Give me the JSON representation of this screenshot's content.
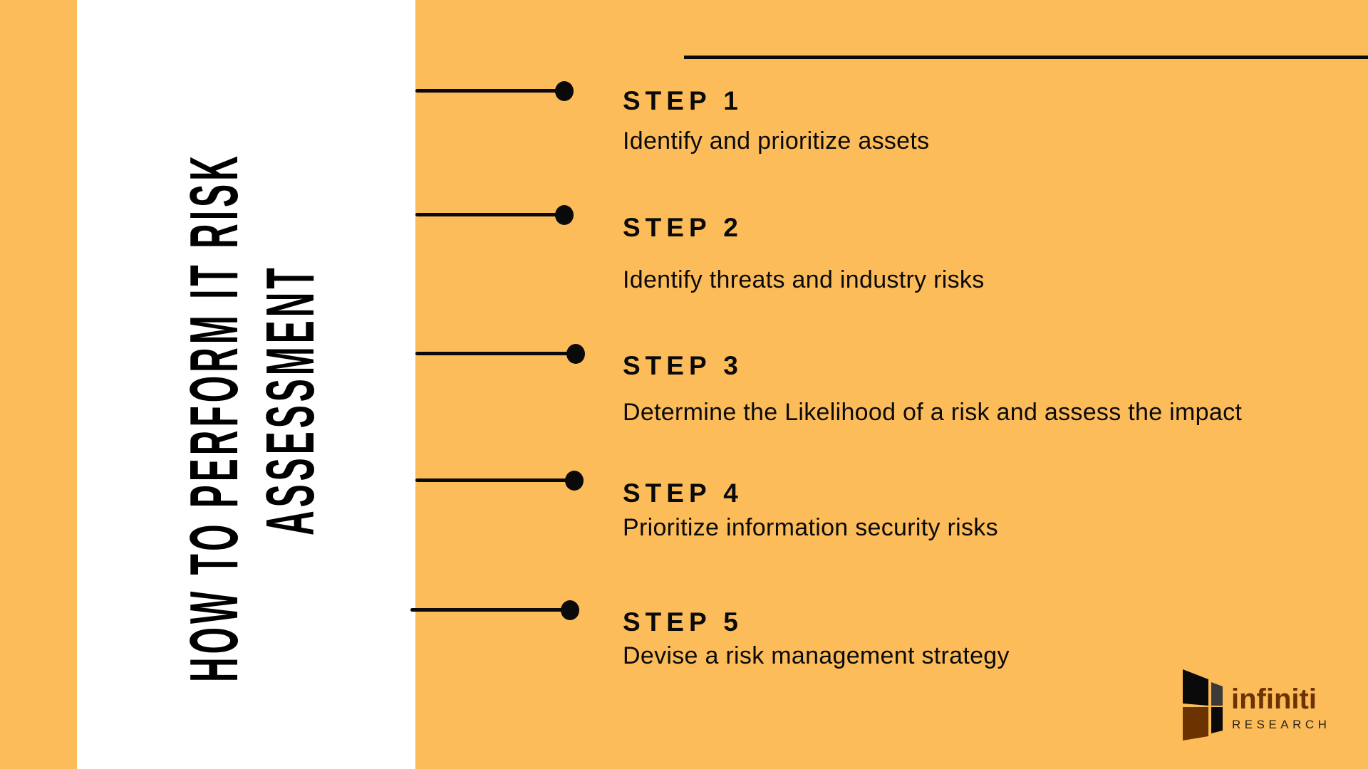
{
  "title": {
    "line1": "How to perform IT risk",
    "line2": "assessment"
  },
  "steps": [
    {
      "label": "STEP 1",
      "description": "Identify and prioritize assets"
    },
    {
      "label": "STEP 2",
      "description": "Identify threats and industry risks"
    },
    {
      "label": "STEP 3",
      "description": "Determine the Likelihood of a risk and assess the impact"
    },
    {
      "label": "STEP 4",
      "description": "Prioritize information security risks"
    },
    {
      "label": "STEP 5",
      "description": "Devise a risk management strategy"
    }
  ],
  "logo": {
    "name": "infiniti",
    "subtitle": "RESEARCH",
    "icon": "window-panes-icon"
  },
  "colors": {
    "background": "#FDBC5A",
    "panel": "#FFFFFF",
    "text": "#0A0A0A",
    "logo_brown": "#6B3300",
    "logo_dark": "#2E2418"
  }
}
